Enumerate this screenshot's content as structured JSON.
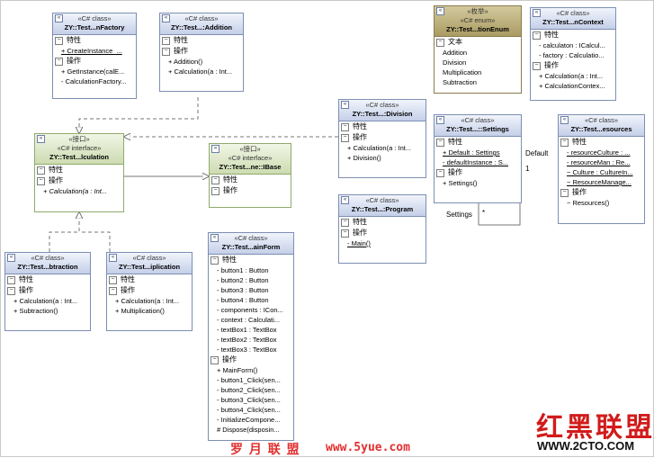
{
  "boxes": {
    "factory": {
      "stereotype": "«C# class»",
      "name": "ZY::Test...nFactory",
      "props_label": "特性",
      "props": [
        "+ CreateInstance_..."
      ],
      "ops_label": "操作",
      "ops": [
        "+ GetInstance(calE...",
        "- CalculationFactory..."
      ]
    },
    "addition": {
      "stereotype": "«C# class»",
      "name": "ZY::Test...:Addition",
      "props_label": "特性",
      "props": [],
      "ops_label": "操作",
      "ops": [
        "+ Addition()",
        "+ Calculation(a : Int..."
      ]
    },
    "enum": {
      "stereotype": "«枚举»",
      "stereotype2": "«C# enum»",
      "name": "ZY::Test...tionEnum",
      "values_label": "文本",
      "values": [
        "Addition",
        "Division",
        "Multiplication",
        "Subtraction"
      ]
    },
    "context": {
      "stereotype": "«C# class»",
      "name": "ZY::Test...nContext",
      "props_label": "特性",
      "props": [
        "- calculaton : ICalcul...",
        "- factory : Calculatio..."
      ],
      "ops_label": "操作",
      "ops": [
        "+ Calculation(a : Int...",
        "+ CalculationContex..."
      ]
    },
    "division": {
      "stereotype": "«C# class»",
      "name": "ZY::Test...:Division",
      "props_label": "特性",
      "props": [],
      "ops_label": "操作",
      "ops": [
        "+ Calculation(a : Int...",
        "+ Division()"
      ]
    },
    "settings": {
      "stereotype": "«C# class»",
      "name": "ZY::Test...::Settings",
      "props_label": "特性",
      "props": [
        "+ Default : Settings",
        "- defaultInstance : S..."
      ],
      "ops_label": "操作",
      "ops": [
        "+ Settings()"
      ]
    },
    "resources": {
      "stereotype": "«C# class»",
      "name": "ZY::Test...esources",
      "props_label": "特性",
      "props": [
        "- resourceCulture : ...",
        "- resourceMan : Re...",
        "~ Culture : CultureIn...",
        "~ ResourceManage..."
      ],
      "ops_label": "操作",
      "ops": [
        "~ Resources()"
      ]
    },
    "icalculation": {
      "stereotype": "«接口»",
      "stereotype2": "«C# interface»",
      "name": "ZY::Test...lculation",
      "props_label": "特性",
      "props": [],
      "ops_label": "操作",
      "ops": [
        "+ Calculation(a : Int..."
      ]
    },
    "ibase": {
      "stereotype": "«接口»",
      "stereotype2": "«C# interface»",
      "name": "ZY::Test...ne::IBase",
      "props_label": "特性",
      "props": [],
      "ops_label": "操作",
      "ops": []
    },
    "program": {
      "stereotype": "«C# class»",
      "name": "ZY::Test...:Program",
      "props_label": "特性",
      "props": [],
      "ops_label": "操作",
      "ops": [
        "- Main()"
      ]
    },
    "subtraction": {
      "stereotype": "«C# class»",
      "name": "ZY::Test...btraction",
      "props_label": "特性",
      "props": [],
      "ops_label": "操作",
      "ops": [
        "+ Calculation(a : Int...",
        "+ Subtraction()"
      ]
    },
    "multiplication": {
      "stereotype": "«C# class»",
      "name": "ZY::Test...iplication",
      "props_label": "特性",
      "props": [],
      "ops_label": "操作",
      "ops": [
        "+ Calculation(a : Int...",
        "+ Multiplication()"
      ]
    },
    "mainform": {
      "stereotype": "«C# class»",
      "name": "ZY::Test...ainForm",
      "props_label": "特性",
      "props": [
        "- button1 : Button",
        "- button2 : Button",
        "- button3 : Button",
        "- button4 : Button",
        "- components : ICon...",
        "- context : Calculati...",
        "- textBox1 : TextBox",
        "- textBox2 : TextBox",
        "- textBox3 : TextBox"
      ],
      "ops_label": "操作",
      "ops": [
        "+ MainForm()",
        "- button1_Click(sen...",
        "- button2_Click(sen...",
        "- button3_Click(sen...",
        "- button4_Click(sen...",
        "- InitializeCompone...",
        "# Dispose(disposin..."
      ]
    }
  },
  "assoc_labels": {
    "default_role": "Default",
    "default_mult": "1",
    "settings_role": "Settings",
    "settings_mult": "*"
  },
  "watermarks": {
    "site_cn": "罗 月 联 盟",
    "site_url": "www.5yue.com",
    "brand_cn": "红黑联盟",
    "brand_url": "WWW.2CTO.COM"
  },
  "colors": {
    "class_header": "#c4cfe8",
    "interface_header": "#cddbb1",
    "enum_header": "#a99b62",
    "brand_red": "#d11b1b"
  }
}
